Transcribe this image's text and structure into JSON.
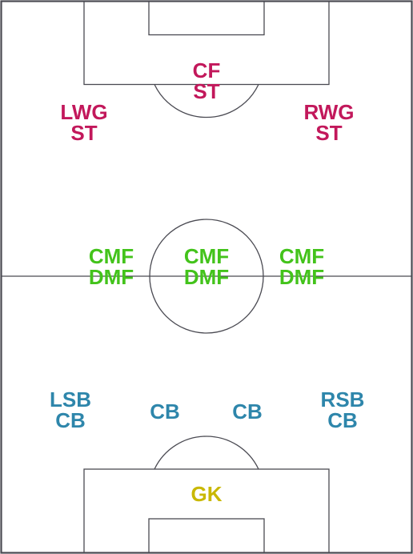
{
  "colors": {
    "line": "#4a4a52",
    "background": "#ffffff",
    "attack": "#c2185b",
    "midfield": "#43c31b",
    "defense": "#2e86ab",
    "goalkeeper": "#c9b800"
  },
  "positions": {
    "cf": {
      "primary": "CF",
      "secondary": "ST",
      "group": "attack"
    },
    "lwg": {
      "primary": "LWG",
      "secondary": "ST",
      "group": "attack"
    },
    "rwg": {
      "primary": "RWG",
      "secondary": "ST",
      "group": "attack"
    },
    "lcm": {
      "primary": "CMF",
      "secondary": "DMF",
      "group": "midfield"
    },
    "ccm": {
      "primary": "CMF",
      "secondary": "DMF",
      "group": "midfield"
    },
    "rcm": {
      "primary": "CMF",
      "secondary": "DMF",
      "group": "midfield"
    },
    "lsb": {
      "primary": "LSB",
      "secondary": "CB",
      "group": "defense"
    },
    "lcb": {
      "primary": "CB",
      "group": "defense"
    },
    "rcb": {
      "primary": "CB",
      "group": "defense"
    },
    "rsb": {
      "primary": "RSB",
      "secondary": "CB",
      "group": "defense"
    },
    "gk": {
      "primary": "GK",
      "group": "goalkeeper"
    }
  }
}
